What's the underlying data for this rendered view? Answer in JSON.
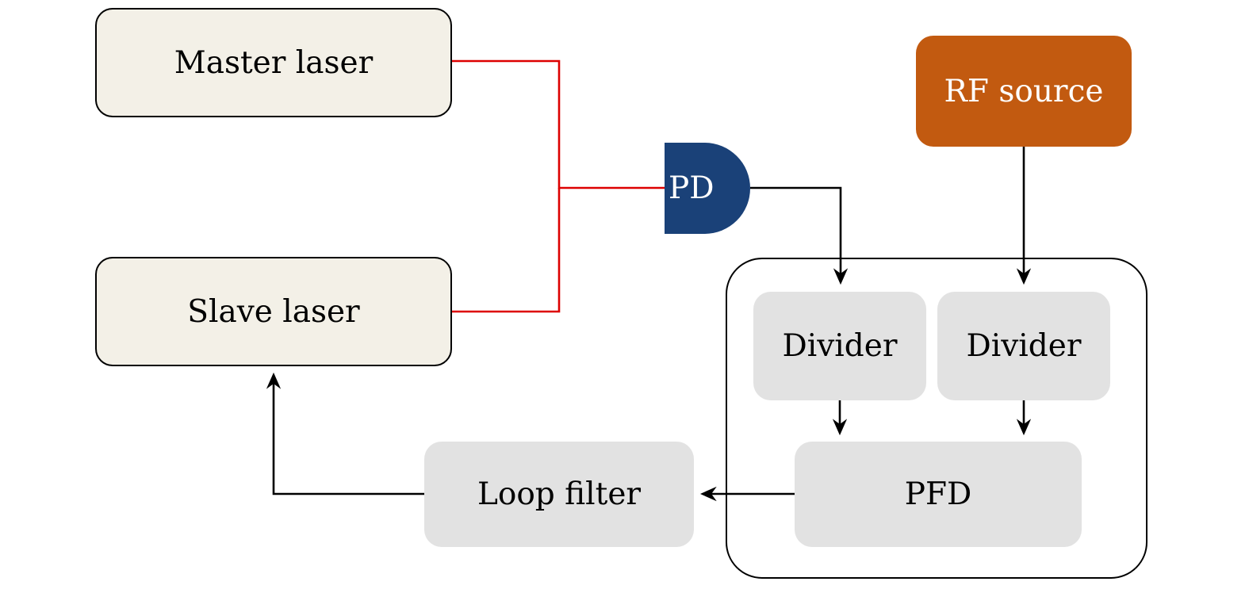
{
  "diagram": {
    "nodes": {
      "master_laser": {
        "label": "Master laser"
      },
      "slave_laser": {
        "label": "Slave laser"
      },
      "pd": {
        "label": "PD"
      },
      "rf_source": {
        "label": "RF source"
      },
      "divider_left": {
        "label": "Divider"
      },
      "divider_right": {
        "label": "Divider"
      },
      "pfd": {
        "label": "PFD"
      },
      "loop_filter": {
        "label": "Loop filter"
      }
    },
    "colors": {
      "laser_fill": "#f3f0e7",
      "laser_border": "#000000",
      "pd_fill": "#1a4178",
      "rf_fill": "#c25a10",
      "module_fill": "#e2e2e2",
      "optical_line": "#dd0000",
      "electrical_line": "#000000",
      "text_dark": "#000000",
      "text_light": "#ffffff"
    }
  }
}
